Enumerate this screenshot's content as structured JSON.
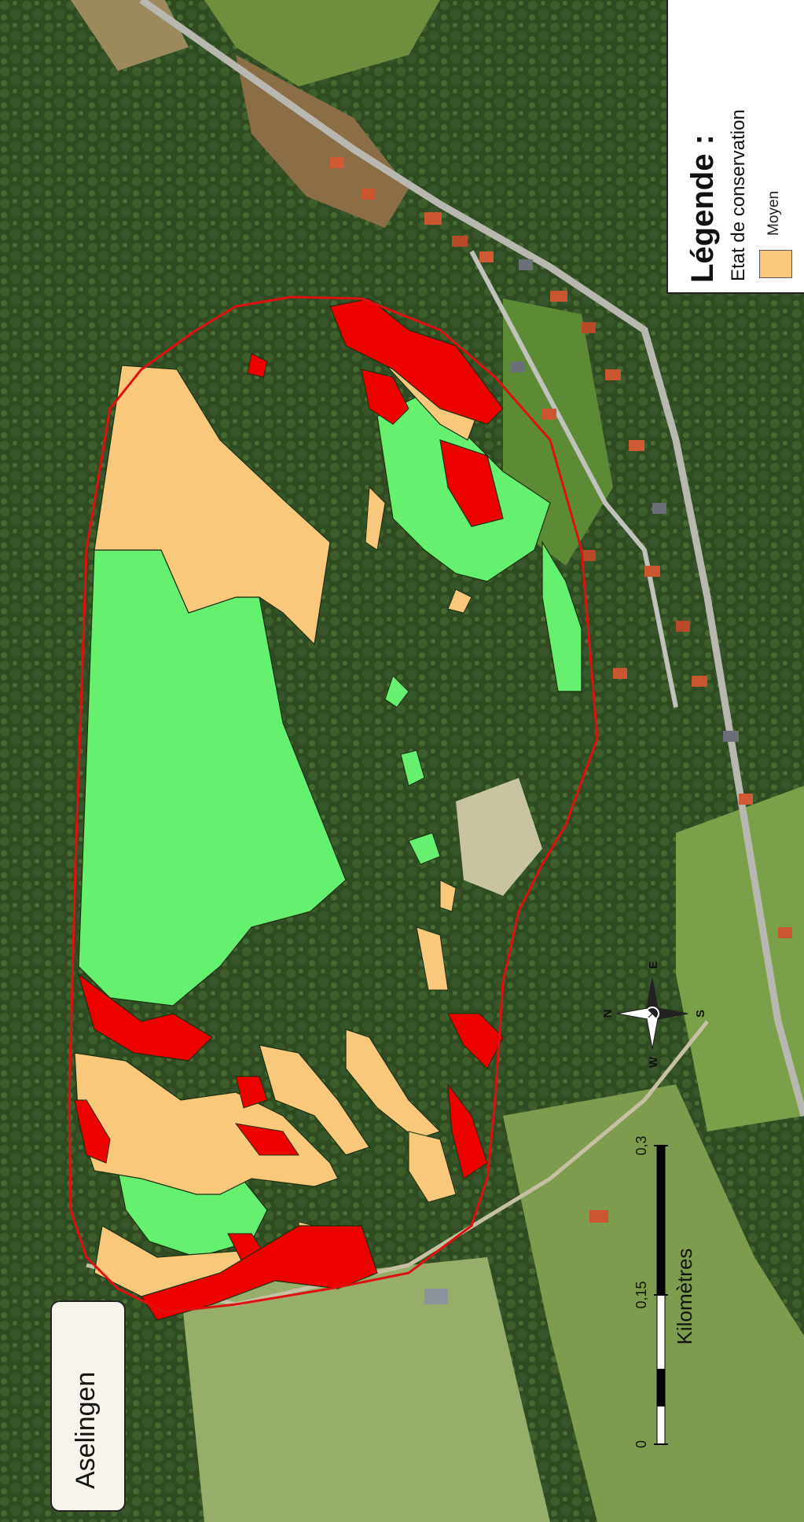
{
  "place_label": "Aselingen",
  "legend": {
    "title": "Légende :",
    "subtitle": "Etat de conservation",
    "items": [
      {
        "label": "Moyen",
        "color": "#f9c87a"
      }
    ]
  },
  "scale_bar": {
    "ticks": [
      "0",
      "0,15",
      "0,3"
    ],
    "unit": "Kilomètres"
  },
  "north_arrow": {
    "letters": [
      "N",
      "S",
      "W",
      "E"
    ]
  },
  "colors": {
    "bon": "#66f070",
    "moyen": "#f9c87a",
    "mauvais": "#ee0000",
    "perimeter": "#e01010"
  }
}
